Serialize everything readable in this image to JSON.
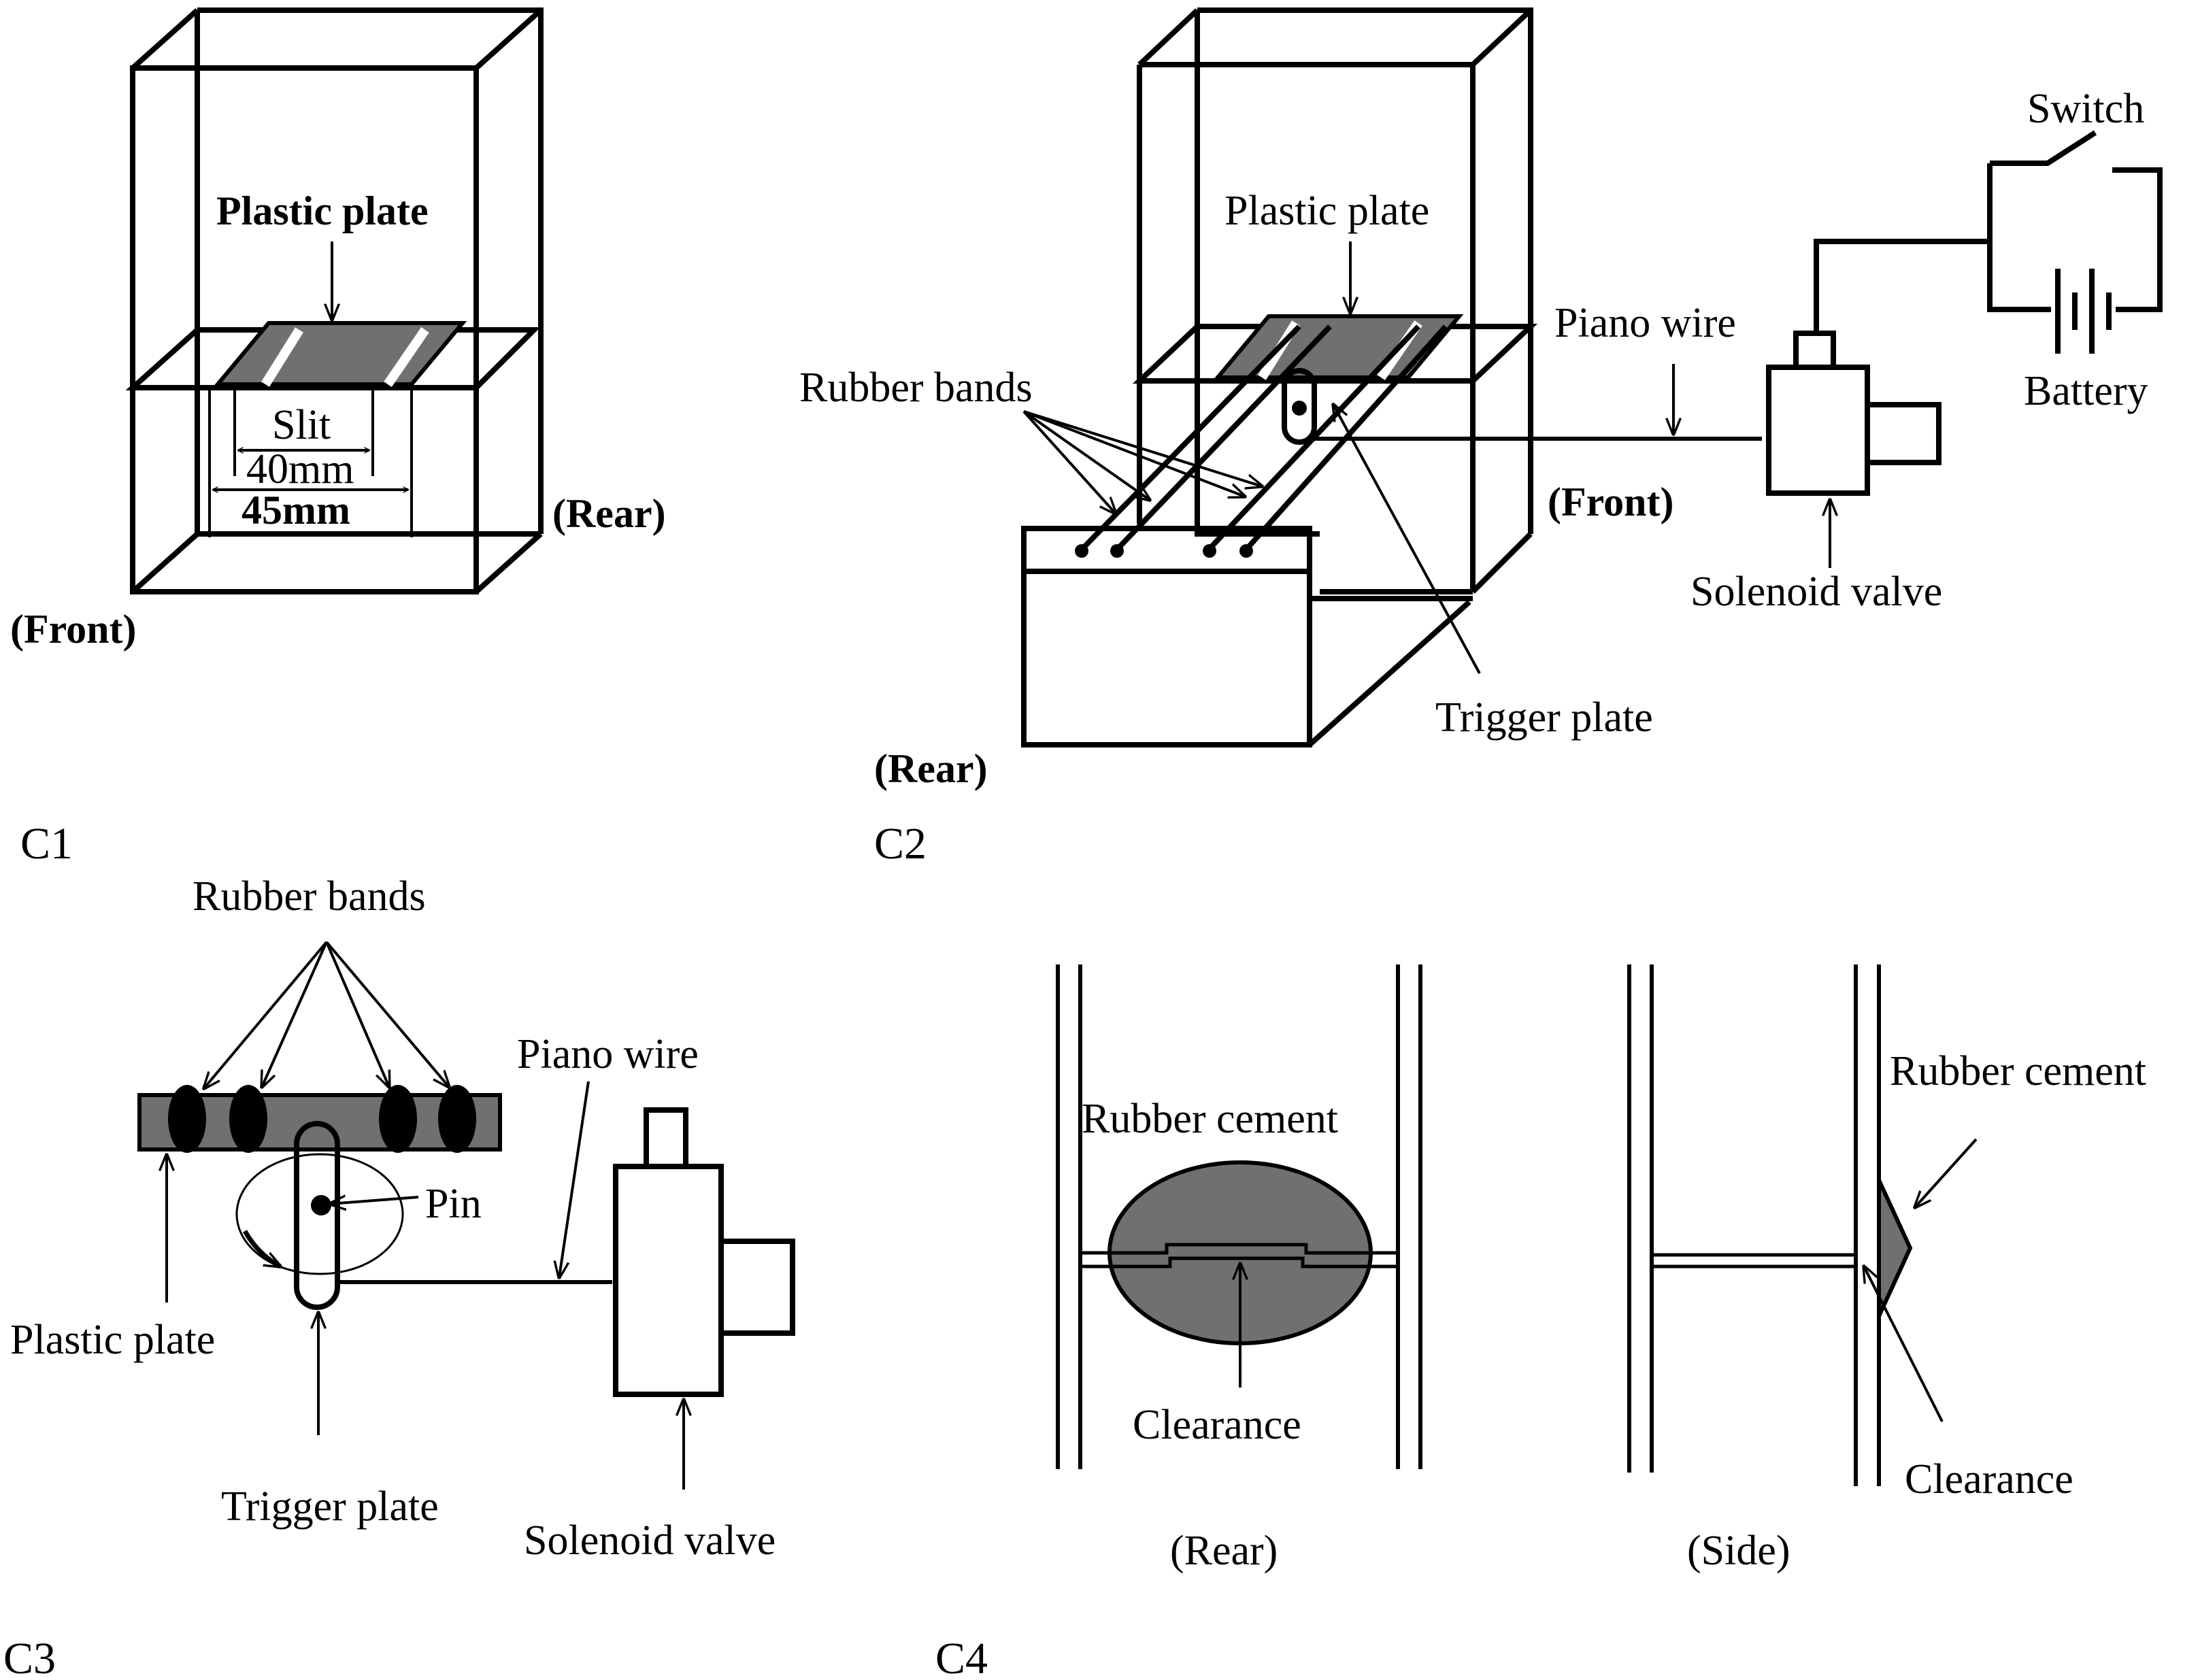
{
  "panels": {
    "c1": {
      "id": "C1",
      "plastic_plate": "Plastic plate",
      "slit": "Slit",
      "dim_inner": "40mm",
      "dim_outer": "45mm",
      "front": "(Front)",
      "rear": "(Rear)"
    },
    "c2": {
      "id": "C2",
      "plastic_plate": "Plastic plate",
      "rubber_bands": "Rubber bands",
      "piano_wire": "Piano wire",
      "switch": "Switch",
      "battery": "Battery",
      "front": "(Front)",
      "rear": "(Rear)",
      "solenoid_valve": "Solenoid valve",
      "trigger_plate": "Trigger plate"
    },
    "c3": {
      "id": "C3",
      "rubber_bands": "Rubber bands",
      "piano_wire": "Piano wire",
      "pin": "Pin",
      "plastic_plate": "Plastic plate",
      "trigger_plate": "Trigger plate",
      "solenoid_valve": "Solenoid valve"
    },
    "c4": {
      "id": "C4",
      "rubber_cement_rear": "Rubber cement",
      "clearance_rear": "Clearance",
      "view_rear": "(Rear)",
      "rubber_cement_side": "Rubber cement",
      "clearance_side": "Clearance",
      "view_side": "(Side)"
    }
  },
  "colors": {
    "fill_gray": "#707070",
    "ink": "#000000"
  }
}
